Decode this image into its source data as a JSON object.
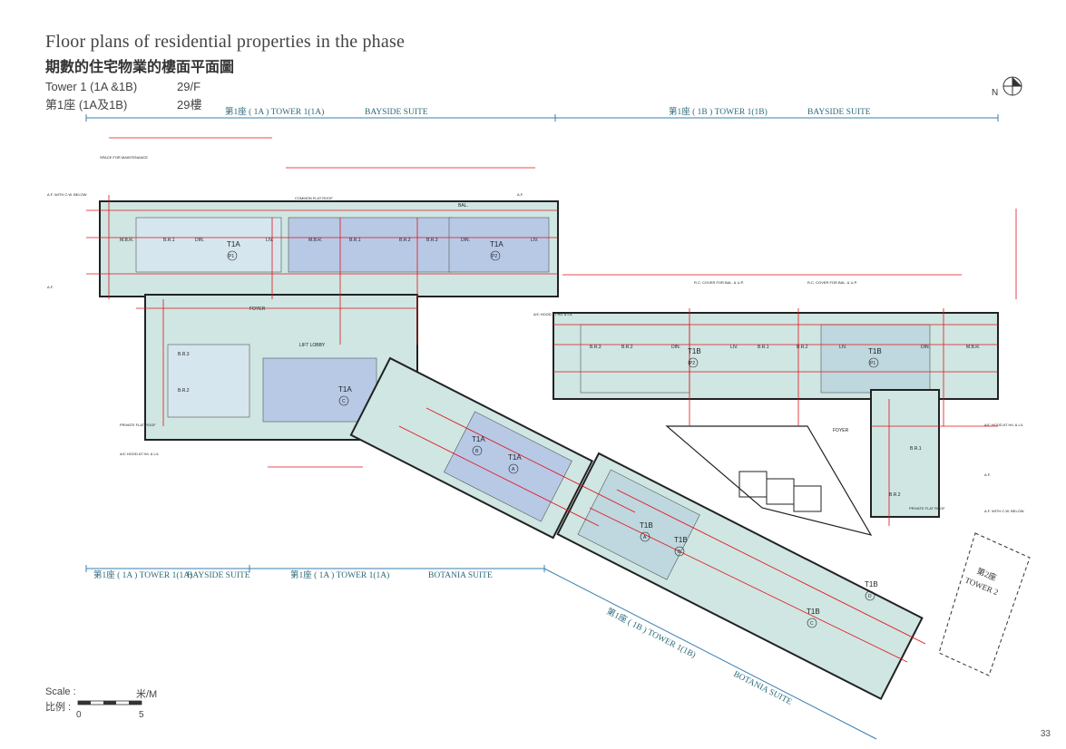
{
  "header": {
    "title_en": "Floor plans of residential properties in the phase",
    "title_zh": "期數的住宅物業的樓面平面圖",
    "tower_en": "Tower 1 (1A &1B)",
    "floor_en": "29/F",
    "tower_zh": "第1座 (1A及1B)",
    "floor_zh": "29樓"
  },
  "compass": {
    "label": "N"
  },
  "bands": {
    "top_left_tower": "第1座 ( 1A ) TOWER 1(1A)",
    "top_left_suite": "BAYSIDE SUITE",
    "top_right_tower": "第1座 ( 1B ) TOWER 1(1B)",
    "top_right_suite": "BAYSIDE SUITE",
    "bottom_left_tower": "第1座 ( 1A ) TOWER 1(1A)",
    "bottom_left_suite": "BAYSIDE SUITE",
    "bottom_mid_tower": "第1座 ( 1A ) TOWER 1(1A)",
    "bottom_mid_suite": "BOTANIA SUITE",
    "diag_tower": "第1座 ( 1B ) TOWER 1(1B)",
    "diag_suite": "BOTANIA SUITE"
  },
  "tower2": {
    "zh": "第2座",
    "en": "TOWER 2"
  },
  "units": [
    {
      "name": "T1A",
      "code": "P1"
    },
    {
      "name": "T1A",
      "code": "P2"
    },
    {
      "name": "T1A",
      "code": "C"
    },
    {
      "name": "T1A",
      "code": "B"
    },
    {
      "name": "T1A",
      "code": "A"
    },
    {
      "name": "T1B",
      "code": "P2"
    },
    {
      "name": "T1B",
      "code": "P1"
    },
    {
      "name": "T1B",
      "code": "A"
    },
    {
      "name": "T1B",
      "code": "B"
    },
    {
      "name": "T1B",
      "code": "C"
    },
    {
      "name": "T1B",
      "code": "D"
    }
  ],
  "rooms": {
    "mbr": "M.B.R.",
    "br1": "B.R.1",
    "br2": "B.R.2",
    "br3": "B.R.3",
    "din": "DIN.",
    "liv": "LIV.",
    "bal": "BAL.",
    "foyer": "FOYER",
    "lift_lobby": "LIFT LOBBY"
  },
  "notes": {
    "af": "A.F.",
    "common_flat_roof": "COMMON FLAT ROOF",
    "private_flat_roof": "PRIVATE FLAT ROOF",
    "ac_hood": "A/C HOOD AT H/L & L/L",
    "space_maint": "SPACE FOR MAINTENANCE",
    "af_cw": "A.F. WITH C.W. BELOW",
    "rc_cover": "R.C. COVER FOR BAL. & U.P."
  },
  "scale": {
    "label": "Scale :",
    "label_zh": "比例 :",
    "unit": "米/M",
    "start": "0",
    "end": "5"
  },
  "page": {
    "number": "33"
  },
  "colors": {
    "plan_red": "#e0131a",
    "band_blue": "#3a7fb0",
    "band_text": "#2e6b7a",
    "room_blue": "#b8c9e6",
    "room_teal": "#cfe6e3",
    "wall": "#222222"
  }
}
